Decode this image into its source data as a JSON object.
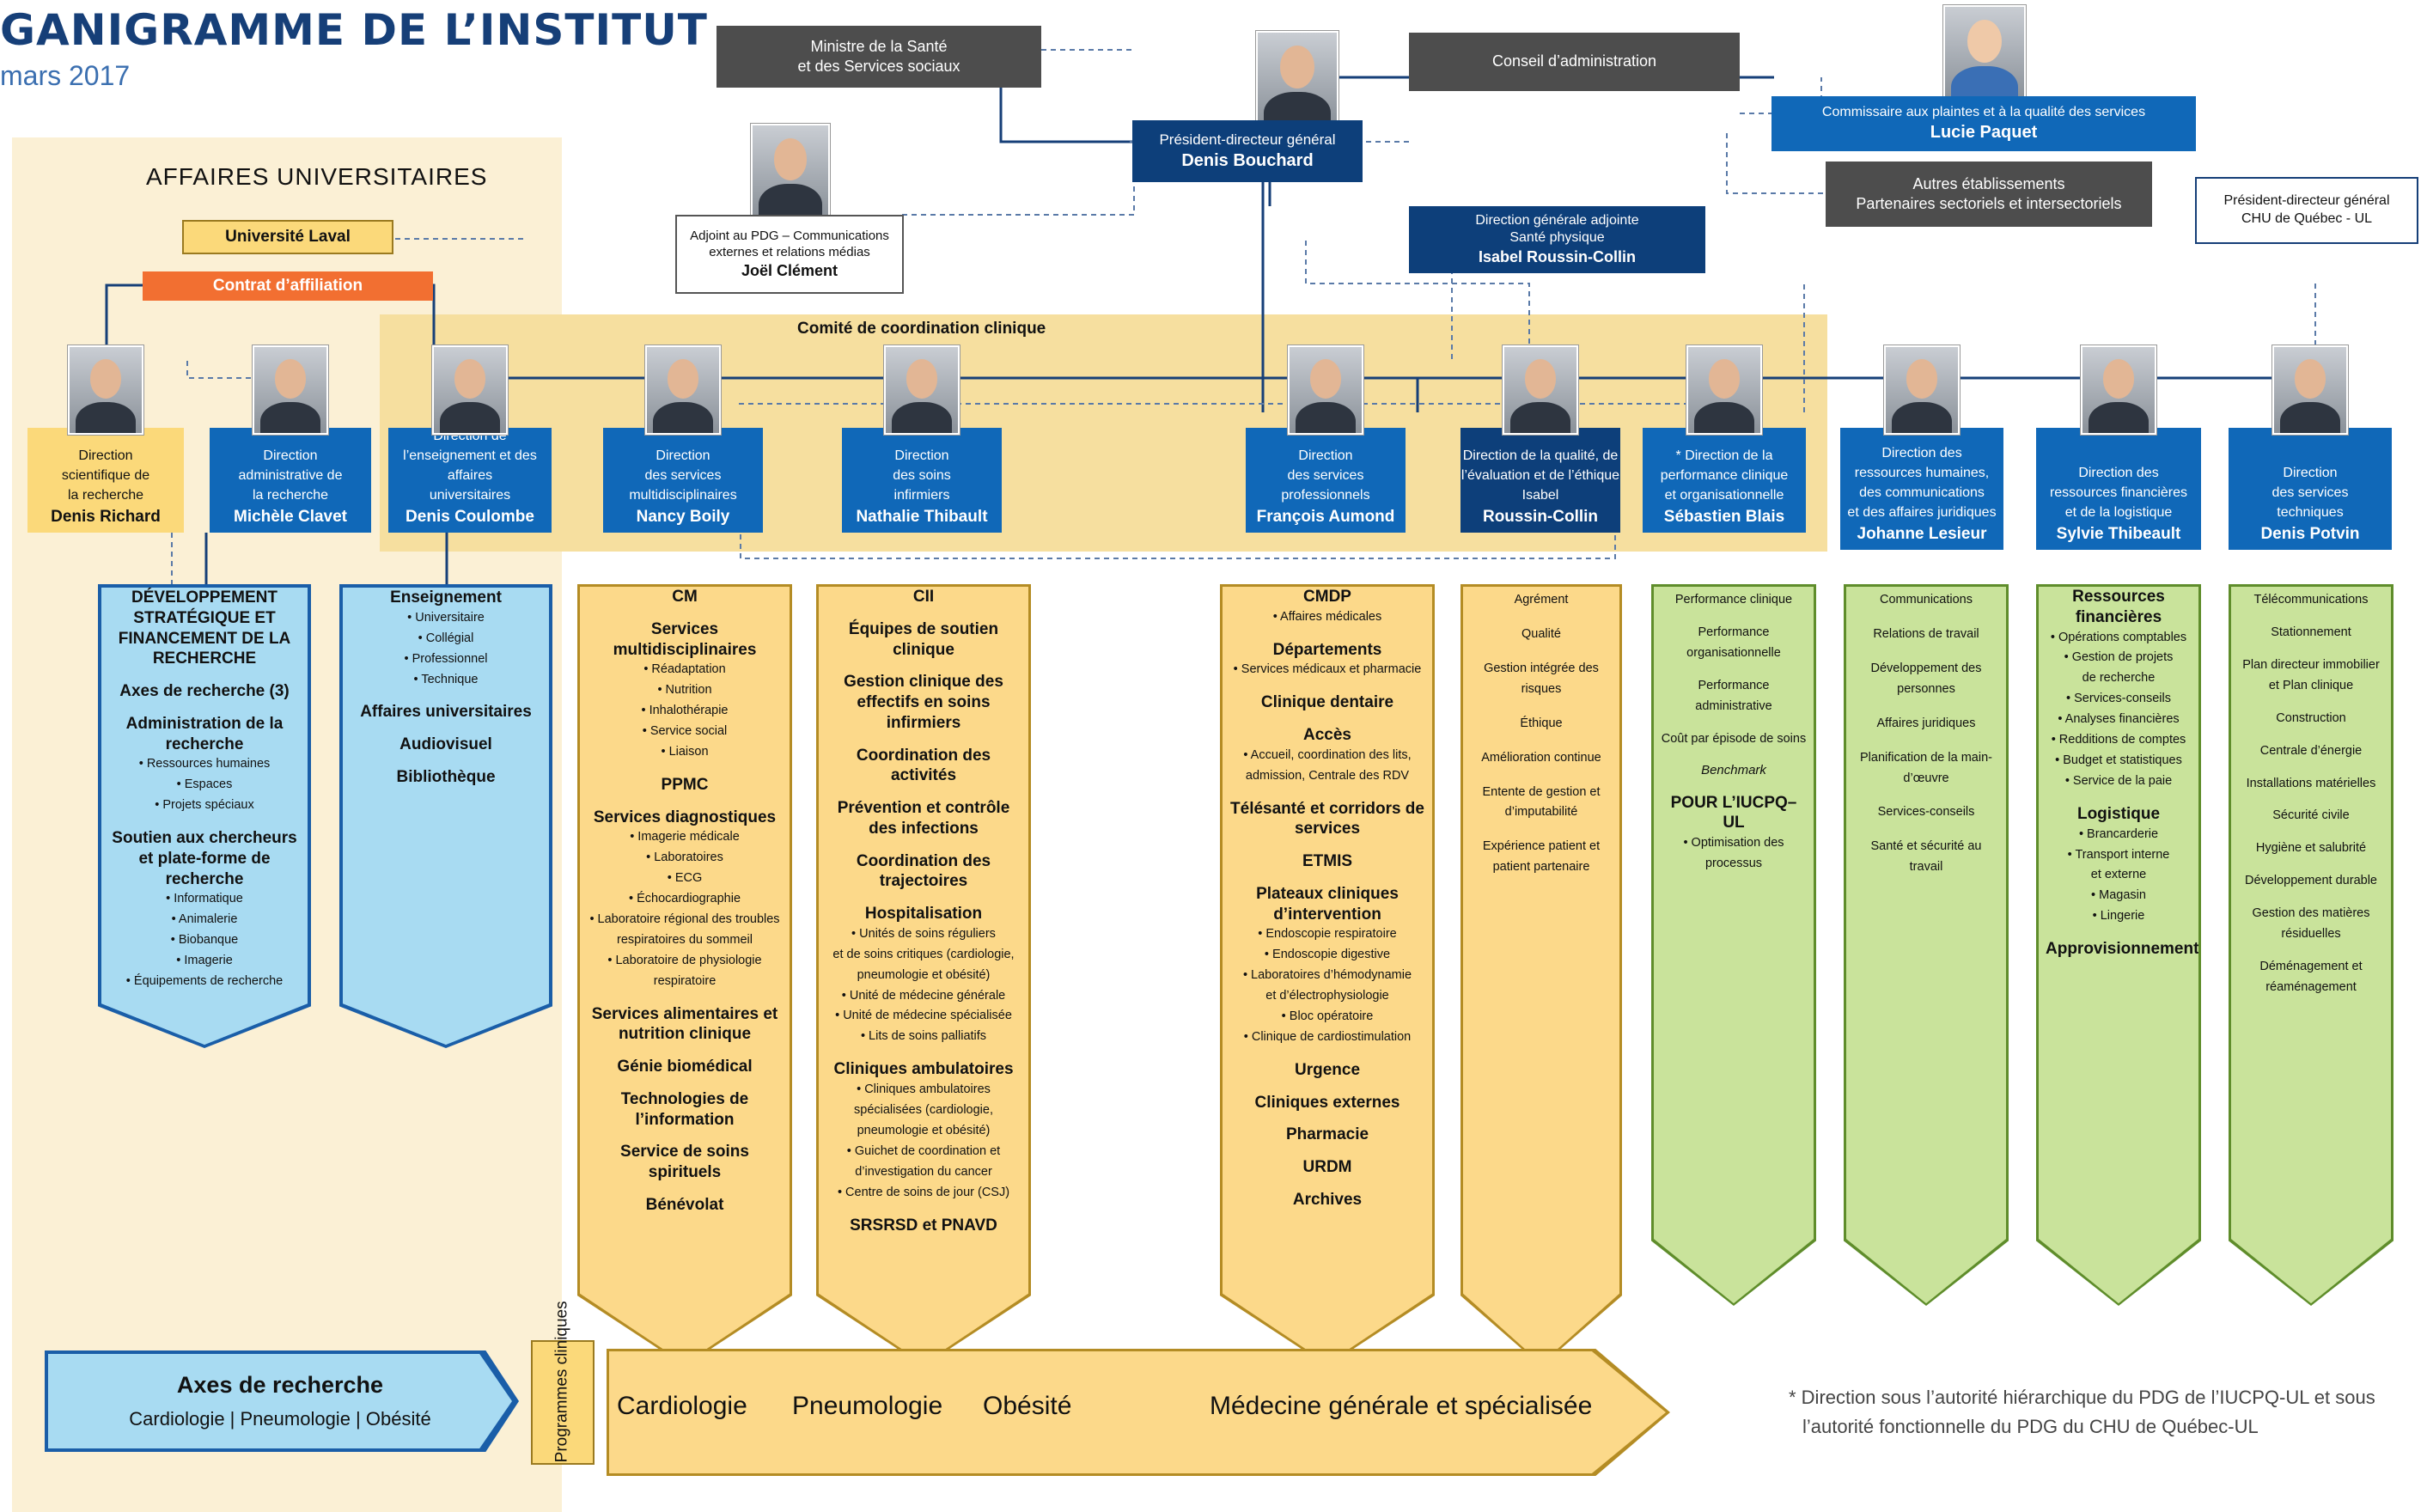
{
  "page": {
    "title": "GANIGRAMME DE L’INSTITUT",
    "subtitle": "mars 2017"
  },
  "affaires": {
    "title": "AFFAIRES UNIVERSITAIRES",
    "laval": "Université Laval",
    "contrat": "Contrat d’affiliation"
  },
  "top": {
    "ministre_1": "Ministre de la Santé",
    "ministre_2": "et des Services sociaux",
    "conseil": "Conseil d’administration",
    "pdg_role": "Président-directeur général",
    "pdg_name": "Denis Bouchard",
    "commissaire_role": "Commissaire aux plaintes et à la qualité des services",
    "commissaire_name": "Lucie Paquet",
    "autres_1": "Autres établissements",
    "autres_2": "Partenaires sectoriels et intersectoriels",
    "chu_1": "Président-directeur général",
    "chu_2": "CHU de Québec - UL",
    "adjoint_1": "Adjoint au PDG – Communications",
    "adjoint_2": "externes et relations médias",
    "adjoint_name": "Joël Clément",
    "dga_1": "Direction générale adjointe",
    "dga_2": "Santé physique",
    "dga_name": "Isabel Roussin-Collin"
  },
  "ccc_title": "Comité de coordination clinique",
  "directions": [
    {
      "l1": "Direction",
      "l2": "scientifique de",
      "l3": "la recherche",
      "name": "Denis Richard"
    },
    {
      "l1": "Direction",
      "l2": "administrative de",
      "l3": "la recherche",
      "name": "Michèle Clavet"
    },
    {
      "l1": "Direction de",
      "l2": "l’enseignement et des affaires",
      "l3": "universitaires",
      "name": "Denis Coulombe"
    },
    {
      "l1": "Direction",
      "l2": "des services",
      "l3": "multidisciplinaires",
      "name": "Nancy Boily"
    },
    {
      "l1": "Direction",
      "l2": "des soins",
      "l3": "infirmiers",
      "name": "Nathalie Thibault"
    },
    {
      "l1": "Direction",
      "l2": "des services",
      "l3": "professionnels",
      "name": "François Aumond"
    },
    {
      "l1": "Direction de la qualité, de",
      "l2": "l’évaluation et de l’éthique",
      "l3": "Isabel",
      "name": "Roussin-Collin"
    },
    {
      "l1": "* Direction de la",
      "l2": "performance clinique",
      "l3": "et organisationnelle",
      "name": "Sébastien Blais"
    },
    {
      "l1": "Direction des",
      "l2": "ressources humaines,",
      "l3": "des communications",
      "l4": "et des affaires juridiques",
      "name": "Johanne Lesieur"
    },
    {
      "l1": "Direction des",
      "l2": "ressources financières",
      "l3": "et de la logistique",
      "name": "Sylvie Thibeault"
    },
    {
      "l1": "Direction",
      "l2": "des services",
      "l3": "techniques",
      "name": "Denis Potvin"
    }
  ],
  "col1": {
    "h1": "DÉVELOPPEMENT STRATÉGIQUE ET FINANCEMENT DE LA RECHERCHE",
    "h2": "Axes de recherche (3)",
    "h3": "Administration de la recherche",
    "h3_items": [
      "• Ressources humaines",
      "• Espaces",
      "• Projets spéciaux"
    ],
    "h4": "Soutien aux chercheurs et plate-forme de recherche",
    "h4_items": [
      "• Informatique",
      "• Animalerie",
      "• Biobanque",
      "• Imagerie",
      "• Équipements de recherche"
    ]
  },
  "col2": {
    "h1": "Enseignement",
    "h1_items": [
      "• Universitaire",
      "• Collégial",
      "• Professionnel",
      "• Technique"
    ],
    "h2": "Affaires universitaires",
    "h3": "Audiovisuel",
    "h4": "Bibliothèque"
  },
  "col3": {
    "h1": "CM",
    "h2": "Services multidisciplinaires",
    "h2_items": [
      "• Réadaptation",
      "• Nutrition",
      "• Inhalothérapie",
      "• Service social",
      "• Liaison"
    ],
    "h3": "PPMC",
    "h4": "Services diagnostiques",
    "h4_items": [
      "• Imagerie médicale",
      "• Laboratoires",
      "• ECG",
      "• Échocardiographie",
      "• Laboratoire régional des troubles",
      "respiratoires du sommeil",
      "• Laboratoire de physiologie",
      "respiratoire"
    ],
    "h5": "Services alimentaires et nutrition clinique",
    "h6": "Génie biomédical",
    "h7": "Technologies de l’information",
    "h8": "Service de soins spirituels",
    "h9": "Bénévolat"
  },
  "col4": {
    "h1": "CII",
    "h2": "Équipes de soutien clinique",
    "h3": "Gestion clinique des effectifs en soins infirmiers",
    "h4": "Coordination des activités",
    "h5": "Prévention et contrôle des infections",
    "h6": "Coordination des trajectoires",
    "h7": "Hospitalisation",
    "h7_items": [
      "• Unités de soins réguliers",
      "et de soins critiques (cardiologie,",
      "pneumologie et obésité)",
      "• Unité de médecine générale",
      "• Unité de médecine spécialisée",
      "• Lits de soins palliatifs"
    ],
    "h8": "Cliniques ambulatoires",
    "h8_items": [
      "• Cliniques ambulatoires",
      "spécialisées (cardiologie,",
      "pneumologie et obésité)",
      "• Guichet de coordination et",
      "d’investigation du cancer",
      "• Centre de soins de jour (CSJ)"
    ],
    "h9": "SRSRSD et PNAVD"
  },
  "col5": {
    "h1": "CMDP",
    "h1_items": [
      "• Affaires médicales"
    ],
    "h2": "Départements",
    "h2_items": [
      "• Services médicaux et pharmacie"
    ],
    "h3": "Clinique dentaire",
    "h4": "Accès",
    "h4_items": [
      "• Accueil, coordination des lits,",
      "admission, Centrale des RDV"
    ],
    "h5": "Télésanté et corridors de services",
    "h6": "ETMIS",
    "h7": "Plateaux cliniques d’intervention",
    "h7_items": [
      "• Endoscopie respiratoire",
      "• Endoscopie digestive",
      "• Laboratoires d’hémodynamie",
      "et d’électrophysiologie",
      "• Bloc opératoire",
      "• Clinique de cardiostimulation"
    ],
    "h8": "Urgence",
    "h9": "Cliniques externes",
    "h10": "Pharmacie",
    "h11": "URDM",
    "h12": "Archives"
  },
  "col6": {
    "items": [
      "Agrément",
      "Qualité",
      "Gestion intégrée des risques",
      "Éthique",
      "Amélioration continue",
      "Entente de gestion et d’imputabilité",
      "Expérience patient et patient partenaire"
    ]
  },
  "col7": {
    "items": [
      "Performance clinique",
      "Performance organisationnelle",
      "Performance administrative",
      "Coût par épisode de soins"
    ],
    "benchmark": "Benchmark",
    "h": "POUR L’IUCPQ–UL",
    "h_items": [
      "• Optimisation des",
      "processus"
    ]
  },
  "col8": {
    "items": [
      "Communications",
      "Relations de travail",
      "Développement des personnes",
      "Affaires juridiques",
      "Planification de la main-d’œuvre",
      "Services-conseils",
      "Santé et sécurité au travail"
    ]
  },
  "col9": {
    "h1": "Ressources financières",
    "h1_items": [
      "• Opérations comptables",
      "• Gestion de projets",
      "de recherche",
      "• Services-conseils",
      "• Analyses financières",
      "• Redditions de comptes",
      "• Budget et statistiques",
      "• Service de la paie"
    ],
    "h2": "Logistique",
    "h2_items": [
      "• Brancarderie",
      "• Transport interne",
      "et externe",
      "• Magasin",
      "• Lingerie"
    ],
    "h3": "Approvisionnement"
  },
  "col10": {
    "items": [
      "Télécommunications",
      "Stationnement",
      "Plan directeur immobilier et Plan clinique",
      "Construction",
      "Centrale d’énergie",
      "Installations matérielles",
      "Sécurité civile",
      "Hygiène et salubrité",
      "Développement durable",
      "Gestion des matières résiduelles",
      "Déménagement et réaménagement"
    ]
  },
  "bottom": {
    "axes_title": "Axes de recherche",
    "axes_items": "Cardiologie | Pneumologie | Obésité",
    "prog_label": "Programmes cliniques",
    "prog": [
      "Cardiologie",
      "Pneumologie",
      "Obésité",
      "Médecine générale et spécialisée"
    ]
  },
  "footnote_1": "* Direction sous l’autorité hiérarchique du PDG de l’IUCPQ-UL et sous",
  "footnote_2": "l’autorité fonctionnelle du PDG du CHU de Québec-UL",
  "colors": {
    "navy": "#0d3f7a",
    "blue": "#1068b8",
    "gray": "#4d4d4d",
    "yellow": "#fbd97a",
    "green": "#c9e39b",
    "lightblue": "#a8dbf2",
    "orange": "#f26f31",
    "beige": "#fbf0d5"
  }
}
